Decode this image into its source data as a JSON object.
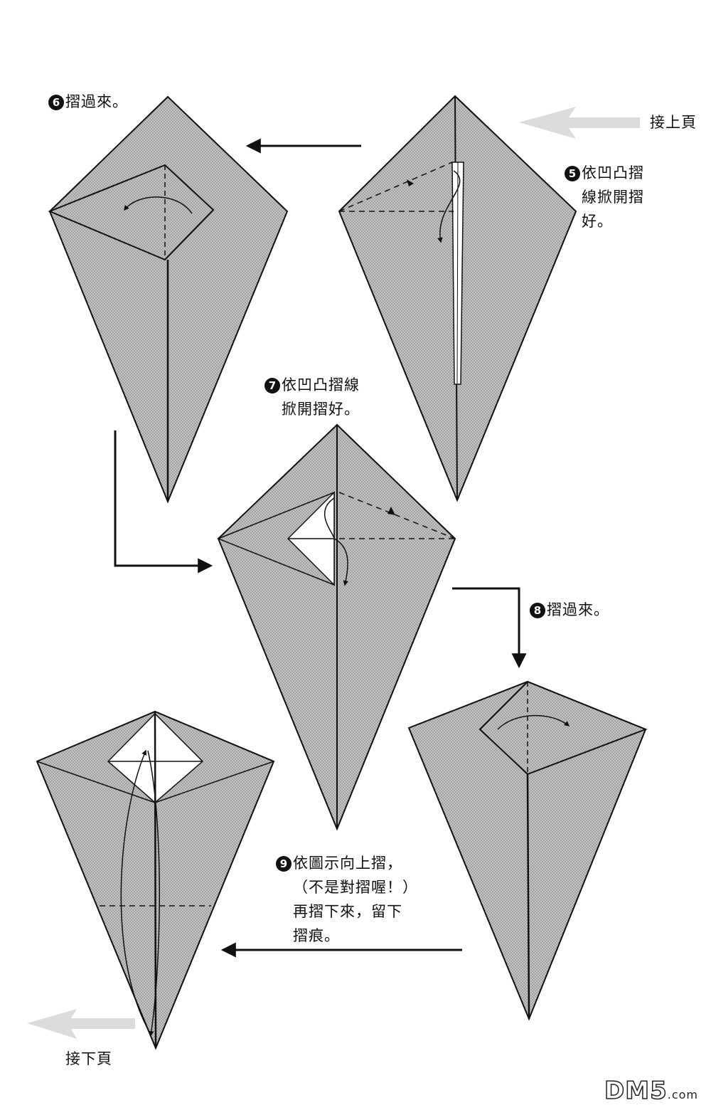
{
  "nav": {
    "prev_page": "接上頁",
    "next_page": "接下頁"
  },
  "steps": [
    {
      "number": "5",
      "lines": [
        "依凹凸摺",
        "線掀開摺",
        "好。"
      ]
    },
    {
      "number": "6",
      "lines": [
        "摺過來。"
      ]
    },
    {
      "number": "7",
      "lines": [
        "依凹凸摺線",
        "掀開摺好。"
      ]
    },
    {
      "number": "8",
      "lines": [
        "摺過來。"
      ]
    },
    {
      "number": "9",
      "lines": [
        "依圖示向上摺，",
        "（不是對摺喔！）",
        "再摺下來，留下",
        "摺痕。"
      ]
    }
  ],
  "watermark": {
    "text": "DM5",
    "domain": ".com"
  },
  "colors": {
    "paper_fill": "#b9b9b9",
    "line": "#111111",
    "white_flap": "#ffffff",
    "ghost_arrow": "#d9d9d9"
  }
}
